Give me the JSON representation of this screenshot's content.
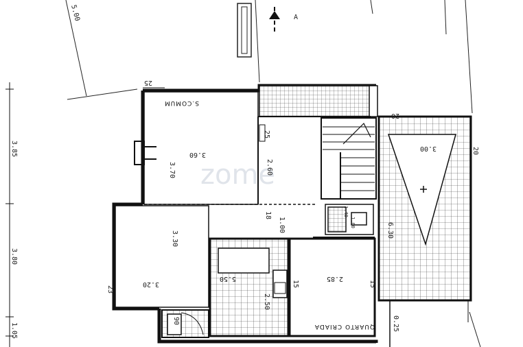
{
  "watermark": "zome",
  "north_label": "A",
  "rooms": {
    "sala_comum": "S.COMUM",
    "quarto_criada": "QUARTO CRIADA"
  },
  "dimensions": {
    "side_500": "5.00",
    "side_385": "3.85",
    "side_380": "3.80",
    "side_105": "1.05",
    "top_25": "25",
    "sala_width": "3.60",
    "sala_height": "3.70",
    "hall_260": "2.60",
    "hall_25": "25",
    "room2_330": "3.30",
    "room2_320": "3.20",
    "kitchen_550": "5.50",
    "kitchen_250": "2.50",
    "corr_100": "1.00",
    "quarto_285": "2.85",
    "quarto_15": "15",
    "terrace_300": "3.00",
    "terrace_630": "6.30",
    "right_20": "20",
    "bottom_90": "90",
    "bottom_25": "0.25",
    "n_15": "15",
    "small_23": "23",
    "n_20_top": "20",
    "small_18": "18",
    "inner_15": "15",
    "wc_100": "1.00",
    "wc_140": "1.40"
  }
}
